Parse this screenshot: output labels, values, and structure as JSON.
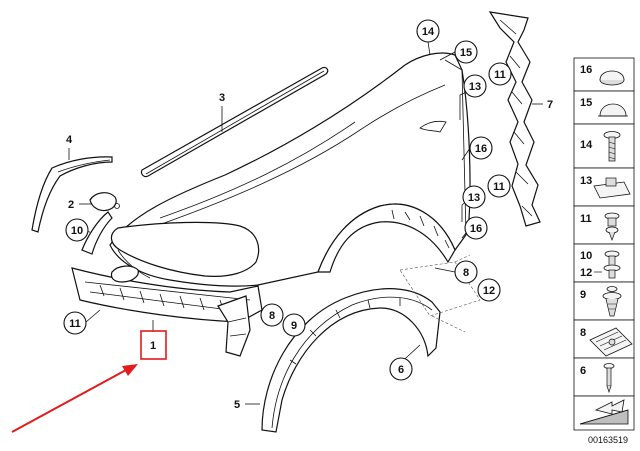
{
  "diagram": {
    "callouts": [
      {
        "id": "c14",
        "label": "14"
      },
      {
        "id": "c15",
        "label": "15"
      },
      {
        "id": "c13a",
        "label": "13"
      },
      {
        "id": "c11a",
        "label": "11"
      },
      {
        "id": "c3",
        "label": "3"
      },
      {
        "id": "c7",
        "label": "7"
      },
      {
        "id": "c16a",
        "label": "16"
      },
      {
        "id": "c4",
        "label": "4"
      },
      {
        "id": "c13b",
        "label": "13"
      },
      {
        "id": "c11b",
        "label": "11"
      },
      {
        "id": "c2",
        "label": "2"
      },
      {
        "id": "c16b",
        "label": "16"
      },
      {
        "id": "c10",
        "label": "10"
      },
      {
        "id": "c8a",
        "label": "8"
      },
      {
        "id": "c12",
        "label": "12"
      },
      {
        "id": "c11c",
        "label": "11"
      },
      {
        "id": "c8b",
        "label": "8"
      },
      {
        "id": "c9",
        "label": "9"
      },
      {
        "id": "c1",
        "label": "1"
      },
      {
        "id": "c6",
        "label": "6"
      },
      {
        "id": "c5",
        "label": "5"
      }
    ],
    "parts_list": [
      {
        "label": "16",
        "icon": "dome-clip-icon"
      },
      {
        "label": "15",
        "icon": "cap-clip-icon"
      },
      {
        "label": "14",
        "icon": "screw-icon"
      },
      {
        "label": "13",
        "icon": "clip-nut-icon"
      },
      {
        "label": "11",
        "icon": "expansion-rivet-icon"
      },
      {
        "label": "10",
        "sub_label": "12",
        "icon": "screw-with-washer-icon"
      },
      {
        "label": "9",
        "icon": "spreading-rivet-icon"
      },
      {
        "label": "8",
        "icon": "speed-nut-icon"
      },
      {
        "label": "6",
        "icon": "pin-icon"
      },
      {
        "label": "",
        "icon": "hatch-wedge-icon"
      }
    ],
    "catalog_number": "00163519",
    "highlight_color": "#e21b1b"
  }
}
